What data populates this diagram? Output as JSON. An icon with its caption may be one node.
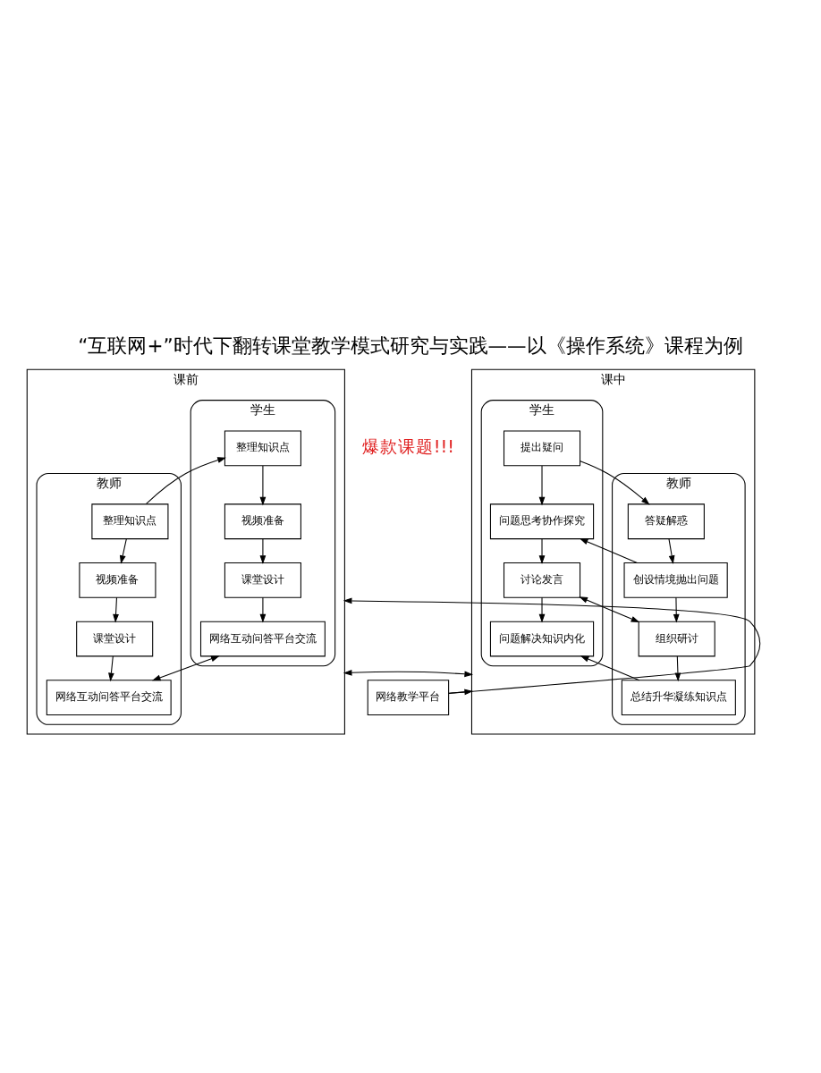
{
  "diagram": {
    "title": "“互联网+”时代下翻转课堂教学模式研究与实践——以《操作系统》课程为例",
    "nodes": [
      {
        "text": [
          "课前"
        ]
      },
      {
        "text": [
          "教师"
        ],
        "in": 0
      },
      {
        "text": [
          "整理知识点"
        ],
        "in": 1
      },
      {
        "text": [
          "视频准备"
        ],
        "in": 1
      },
      {
        "text": [
          "课堂设计"
        ],
        "in": 1
      },
      {
        "text": [
          "网络互动问答平台交流"
        ],
        "in": 1
      },
      {
        "text": [
          "学生"
        ],
        "in": 0
      },
      {
        "text": [
          "整理知识点"
        ],
        "in": 6
      },
      {
        "text": [
          "视频准备"
        ],
        "in": 6
      },
      {
        "text": [
          "课堂设计"
        ],
        "in": 6
      },
      {
        "text": [
          "网络互动问答平台交流"
        ],
        "in": 6
      },
      {
        "text": [
          "课中"
        ]
      },
      {
        "text": [
          "教师"
        ],
        "in": 11
      },
      {
        "text": [
          "答疑解惑"
        ],
        "in": 12
      },
      {
        "text": [
          "创设情境抛出问题"
        ],
        "in": 12
      },
      {
        "text": [
          "组织研讨"
        ],
        "in": 12
      },
      {
        "text": [
          "总结升华凝练知识点"
        ],
        "in": 12
      },
      {
        "text": [
          "学生"
        ],
        "in": 11
      },
      {
        "text": [
          "提出疑问"
        ],
        "in": 17
      },
      {
        "text": [
          "问题思考协作探究"
        ],
        "in": 17
      },
      {
        "text": [
          "讨论发言"
        ],
        "in": 17
      },
      {
        "text": [
          "问题解决知识内化"
        ],
        "in": 17
      },
      {
        "text": [
          "网络教学平台"
        ]
      }
    ],
    "edges": [
      {
        "from": 2,
        "to": 3,
        "arrow": "to"
      },
      {
        "from": 3,
        "to": 4,
        "arrow": "to"
      },
      {
        "from": 4,
        "to": 5,
        "arrow": "to"
      },
      {
        "from": 2,
        "to": 7,
        "arrow": "to"
      },
      {
        "from": 7,
        "to": 8,
        "arrow": "to"
      },
      {
        "from": 8,
        "to": 9,
        "arrow": "to"
      },
      {
        "from": 9,
        "to": 10,
        "arrow": "to"
      },
      {
        "from": 5,
        "to": 10,
        "arrow": "both"
      },
      {
        "from": 0,
        "to": 11,
        "arrow": "both"
      },
      {
        "from": 13,
        "to": 14,
        "arrow": "to"
      },
      {
        "from": 14,
        "to": 15,
        "arrow": "to"
      },
      {
        "from": 15,
        "to": 16,
        "arrow": "to"
      },
      {
        "from": 18,
        "to": 13,
        "arrow": "to"
      },
      {
        "from": 18,
        "to": 19,
        "arrow": "to"
      },
      {
        "from": 14,
        "to": 19,
        "arrow": "to"
      },
      {
        "from": 19,
        "to": 20,
        "arrow": "to"
      },
      {
        "from": 15,
        "to": 20,
        "arrow": "both"
      },
      {
        "from": 20,
        "to": 21,
        "arrow": "to"
      },
      {
        "from": 16,
        "to": 21,
        "arrow": "to"
      },
      {
        "from": 22,
        "to": 0,
        "arrow": "to"
      },
      {
        "from": 22,
        "to": 11,
        "arrow": "to"
      }
    ],
    "labels": [
      "爆款课题!!!"
    ]
  }
}
